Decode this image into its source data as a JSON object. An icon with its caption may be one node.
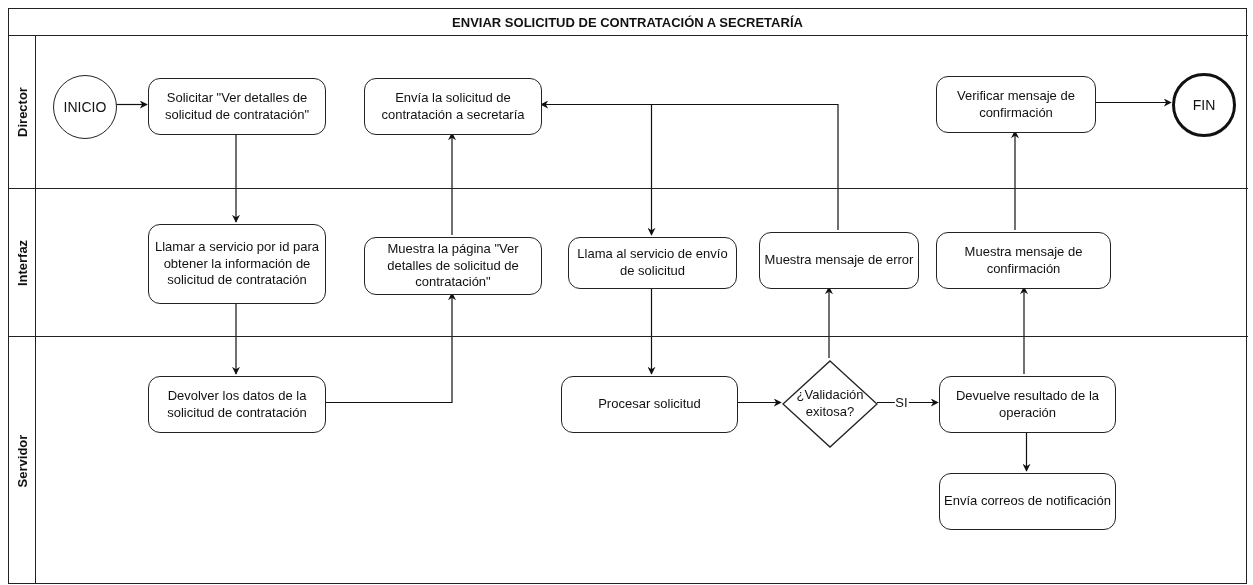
{
  "diagram": {
    "nodes": [
      {
        "text": [
          "ENVIAR SOLICITUD DE CONTRATACIÓN A SECRETARÍA"
        ]
      },
      {
        "text": [
          "Director"
        ],
        "in": 0
      },
      {
        "text": [
          "Interfaz"
        ],
        "in": 0
      },
      {
        "text": [
          "Servidor"
        ],
        "in": 0
      },
      {
        "text": [
          "INICIO"
        ],
        "in": 1
      },
      {
        "text": [
          "Solicitar \"Ver detalles de solicitud de contratación\""
        ],
        "in": 1
      },
      {
        "text": [
          "Envía la solicitud de contratación a secretaría"
        ],
        "in": 1
      },
      {
        "text": [
          "Verificar mensaje de confirmación"
        ],
        "in": 1
      },
      {
        "text": [
          "FIN"
        ],
        "in": 1
      },
      {
        "text": [
          "Llamar a servicio por id para obtener la información de solicitud de contratación"
        ],
        "in": 2
      },
      {
        "text": [
          "Muestra la página \"Ver detalles de solicitud de contratación\""
        ],
        "in": 2
      },
      {
        "text": [
          "Llama al servicio de envío de solicitud"
        ],
        "in": 2
      },
      {
        "text": [
          "Muestra mensaje de error"
        ],
        "in": 2
      },
      {
        "text": [
          "Muestra mensaje de confirmación"
        ],
        "in": 2
      },
      {
        "text": [
          "Devolver los datos de la solicitud de contratación"
        ],
        "in": 3
      },
      {
        "text": [
          "Procesar solicitud"
        ],
        "in": 3
      },
      {
        "text": [
          "¿Validación exitosa?"
        ],
        "in": 3
      },
      {
        "text": [
          "Devuelve resultado de la operación"
        ],
        "in": 3
      },
      {
        "text": [
          "Envía correos de notificación"
        ],
        "in": 3
      }
    ],
    "edges": [
      {
        "from": 4,
        "to": 5,
        "arrow": "to"
      },
      {
        "from": 5,
        "to": 9,
        "arrow": "to"
      },
      {
        "from": 9,
        "to": 14,
        "arrow": "to"
      },
      {
        "from": 14,
        "to": 10,
        "arrow": "to"
      },
      {
        "from": 10,
        "to": 6,
        "arrow": "to"
      },
      {
        "from": 12,
        "to": 6,
        "arrow": "to"
      },
      {
        "from": 6,
        "to": 11,
        "arrow": "to"
      },
      {
        "from": 11,
        "to": 15,
        "arrow": "to"
      },
      {
        "from": 15,
        "to": 16,
        "arrow": "to"
      },
      {
        "from": 16,
        "to": 17,
        "arrow": "to",
        "label": "SI"
      },
      {
        "from": 16,
        "to": 12,
        "arrow": "to"
      },
      {
        "from": 17,
        "to": 13,
        "arrow": "to"
      },
      {
        "from": 17,
        "to": 18,
        "arrow": "to"
      },
      {
        "from": 13,
        "to": 7,
        "arrow": "to"
      },
      {
        "from": 7,
        "to": 8,
        "arrow": "to"
      }
    ]
  }
}
